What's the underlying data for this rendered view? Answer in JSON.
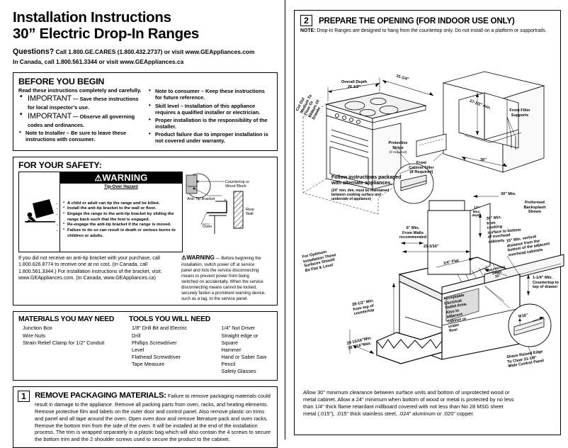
{
  "header": {
    "title_line1": "Installation Instructions",
    "title_line2": "30” Electric Drop-In Ranges",
    "questions_label": "Questions?",
    "questions_text": "Call 1.800.GE.CARES (1.800.432.2737) or visit www.GEAppliances.com",
    "canada_text": "In Canada, call 1.800.561.3344 or visit www.GEAppliances.ca"
  },
  "before_you_begin": {
    "heading": "BEFORE YOU BEGIN",
    "intro": "Read these instructions completely and carefully.",
    "left_items": [
      {
        "strong": "IMPORTANT",
        "dash": "—",
        "rest": "Save these instructions for local inspector’s use."
      },
      {
        "strong": "IMPORTANT",
        "dash": "—",
        "rest": "Observe all governing codes and ordinances."
      }
    ],
    "left_plain": "Note to Installer – Be sure to leave these instructions with consumer.",
    "right_items": [
      "Note to consumer – Keep these instructions for future reference.",
      "Skill level – Installation of this appliance requires a qualified installer or electrician.",
      "Proper installation is the responsibility of the installer.",
      "Product failure due to improper installation is not covered under warranty."
    ]
  },
  "safety": {
    "heading": "FOR YOUR SAFETY:",
    "warning_word": "WARNING",
    "hazard": "Tip-Over Hazard",
    "bullets": [
      "A child or adult can tip the range and be killed.",
      "Install the anti-tip bracket to the wall or floor.",
      "Engage the range to the anti-tip bracket by sliding the range back such that the foot is engaged.",
      "Re-engage the anti-tip bracket if the range is moved.",
      "Failure to do so can result in death or serious burns to children or adults."
    ],
    "figure_labels": {
      "countertop": "Countertop or\nWood Block",
      "anti_tip": "Anti-Tip Bracket",
      "oven": "Oven",
      "rear_wall": "Rear\nWall"
    },
    "bracket_note": "If you did not receive an anti-tip bracket with your purchase, call 1.800.626.8774 to receive one at no cost. (In Canada, call 1.800.561.3344.) For installation instructions of the bracket, visit: www.GEAppliances.com. (In Canada, www.GEAppliances.ca)",
    "warning2_word": "WARNING",
    "warning2_text": "— Before beginning the installation, switch power off at service panel and lock the service disconnecting means to prevent power from being switched on accidentally. When the service disconnecting means cannot be locked, securely fasten a prominent warning device, such as a tag, to the service panel."
  },
  "materials": {
    "materials_heading": "MATERIALS YOU MAY NEED",
    "materials_items": [
      "Junction Box",
      "Wire Nuts",
      "Strain Relief Clamp for 1/2\" Conduit"
    ],
    "tools_heading": "TOOLS YOU WILL NEED",
    "tools_col1": [
      "1/8\" Drill Bit and Electric",
      "Drill",
      "Phillips Screwdriver",
      "Level",
      "Flathead Screwdriver",
      "Tape Measure"
    ],
    "tools_col2": [
      "1/4\" Nut Driver",
      "Straight edge or Square",
      "Hammer",
      "Hand or Saber Saw",
      "Pencil",
      "Safety Glasses"
    ]
  },
  "step1": {
    "number": "1",
    "title": "REMOVE PACKAGING MATERIALS:",
    "body": "Failure to remove packaging materials could result in damage to the appliance. Remove all packing parts from oven, racks, and heating elements. Remove protective film and labels on the outer door and control panel. Also remove plastic on trims and panel and all tape around the oven. Open oven door and remove literature pack and oven racks. Remove the bottom trim from the side of the oven. It will be installed at the end of the installation process. The trim is wrapped separately in a plastic bag which will also contain the 4 screws to secure the bottom trim and the 2 shoulder screws used to secure the product to the cabinet."
  },
  "step2": {
    "number": "2",
    "title": "PREPARE THE OPENING (FOR INDOOR USE ONLY)",
    "note_label": "NOTE:",
    "note_text": "Drop-In Ranges are designed to hang from the countertop only. Do not install on a platform or supportrails.",
    "footer": "Allow 30\" minimum clearance between surface units and bottom of unprotected wood or metal cabinet. Allow a 24\" minimum when bottom of wood or metal is protected by no less than 1/4\" thick flame retardant millboard covered with not less than No 28 MSG sheet metal (.015\"), .015\" thick stainless steel, .024\" aluminum or .020\" copper."
  },
  "diagram_labels": {
    "overall_depth": "Overall Depth",
    "overall_depth_val": "26 1/2\"",
    "overall_width_val": "31-1/4\"",
    "cutout_left": "Cut Out Medium To Floor Or Bottom Of Drawer",
    "protective_strips": "Protective\nStrips",
    "protective_strips_sub": "(if required)",
    "front_cabinet_filler": "Front\nCabinet Filler\n(If Required)",
    "front_filler_supports": "Front Filler\nSupports",
    "cab_height": "27-1/2\" min.",
    "cab_width": "30\"",
    "follow_instructions": "Follow instructions packaged\nwith alternate appliances.",
    "follow_sub": "(24\" min. dim. must be maintained\nbetween cooking surface and\nunderside of appliance)",
    "six_min_walls": "6\" Min.\nFrom Walls\nrecommended",
    "thirty_min": "30\" Min.",
    "thirty_min_cooking": "30\" Min.\nfrom\ncooking\nsurface to bottom\nof overhead\ncabinets",
    "thirteen_max": "13\"\nMax.\ndepth",
    "preformed": "Preformed\nBacksplash\nShown",
    "fifteen_min": "15\" Min. vertical\ndistance from the\nbottom of the adjacent\noverhead cabinets",
    "optimum": "For Optimum\nInstallation These\nSurfaces Should\nBe Flat & Level",
    "depth_33": "23-3/16\"",
    "electrical_outlet": "Acceptable\nElectrical\nOutlet Area.\nAlso in\nadjacent\ncabinet or\nunder\nfloor",
    "flat_1_4": "1/4\" Flat",
    "countertop_depth": "Countertop\nDepth\n25\"",
    "min_28_5": "28-1/2\" Min.\nfrom top of\ncountertop",
    "drawer_clearance": "1-1/4\" Min.\nCountertop to\ntop of drawer",
    "nine_sixteen": "9/16\"",
    "opening_width": "29 15/16\"Min.\n30 1/16\"Max.",
    "shave_edge": "Shave Raised Edge\nTo Clear 31-1/8\"\nWide Control Panel"
  }
}
